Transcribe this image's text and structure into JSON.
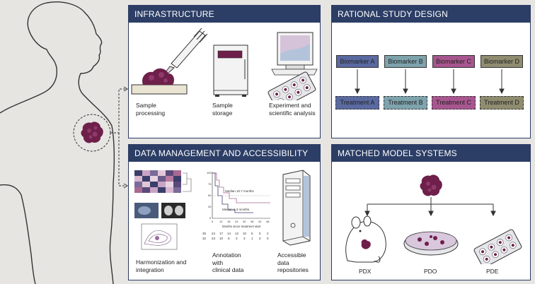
{
  "panels": {
    "infrastructure": {
      "title": "INFRASTRUCTURE",
      "labels": {
        "processing": [
          "Sample",
          "processing"
        ],
        "storage": [
          "Sample",
          "storage"
        ],
        "analysis": [
          "Experiment and",
          "scientific analysis"
        ]
      }
    },
    "rational_design": {
      "title": "RATIONAL STUDY DESIGN",
      "biomarkers": [
        "Biomarker A",
        "Biomarker B",
        "Biomarker C",
        "Biomarker D"
      ],
      "treatments": [
        "Treatment A",
        "Treatment B",
        "Treatment C",
        "Treatment D"
      ],
      "colors": [
        "#5a6aa0",
        "#7ea3ad",
        "#a8568f",
        "#8f8c70"
      ]
    },
    "data_management": {
      "title": "DATA MANAGEMENT AND ACCESSIBILITY",
      "labels": {
        "harmonization": [
          "Harmonization and",
          "integration"
        ],
        "annotation": [
          "Annotation",
          "with",
          "clinical data"
        ],
        "repositories": [
          "Accessible",
          "data",
          "repositories"
        ]
      },
      "km_plot": {
        "median_top": "Median 10.7 months",
        "median_bottom": "Median 6.3 months",
        "xlabel": "Months since treatment start",
        "y_ticks": [
          "100",
          "75",
          "50",
          "25",
          "0"
        ],
        "x_ticks": [
          "0",
          "12",
          "18",
          "24",
          "30",
          "36",
          "42",
          "48"
        ],
        "risk_row_1": [
          "35",
          "24",
          "17",
          "14",
          "12",
          "10",
          "6",
          "5",
          "2"
        ],
        "risk_row_2": [
          "32",
          "23",
          "10",
          "6",
          "3",
          "3",
          "1",
          "0",
          "0"
        ]
      }
    },
    "matched_models": {
      "title": "MATCHED MODEL SYSTEMS",
      "labels": [
        "PDX",
        "PDO",
        "PDE"
      ]
    }
  },
  "colors": {
    "header_bg": "#2c3e66",
    "background": "#e6e5e2",
    "tumor": "#6e1f4a"
  }
}
